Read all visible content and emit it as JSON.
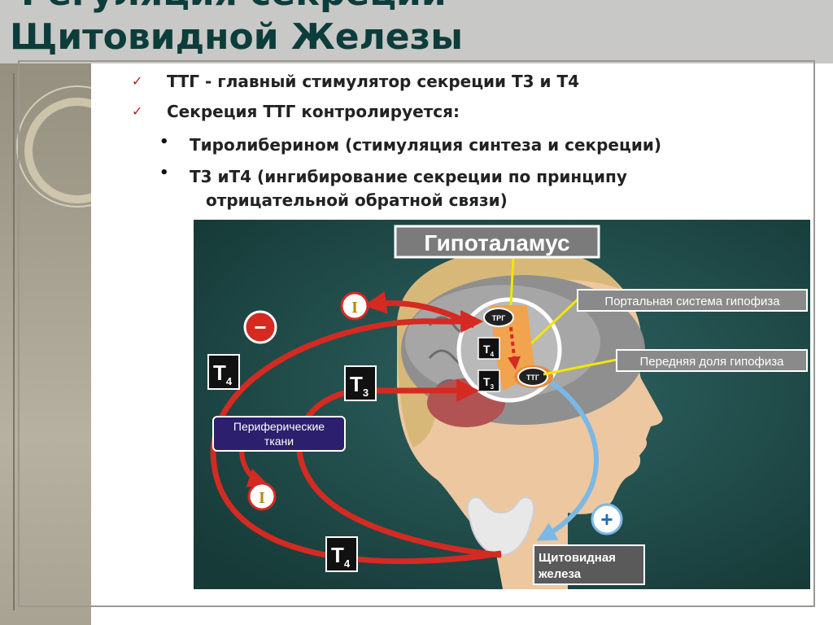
{
  "slide": {
    "title_top": "Регуляция секреции",
    "title_main": "Щитовидной Железы"
  },
  "bullets": {
    "check_1": "ТТГ - главный стимулятор секреции Т3 и Т4",
    "check_2": "Секреция ТТГ контролируется:",
    "sub_1": "Тиролиберином (стимуляция синтеза и секреции)",
    "sub_2_line1": "Т3 иТ4 (ингибирование секреции по принципу",
    "sub_2_line2": "отрицательной обратной связи)"
  },
  "diagram": {
    "hypothalamus": "Гипоталамус",
    "portal_system": "Портальная система гипофиза",
    "anterior_lobe": "Передняя доля гипофиза",
    "trg": "ТРГ",
    "ttg": "ТТГ",
    "t4_inner": "Т",
    "t4_inner_sub": "4",
    "t3_inner": "Т",
    "t3_inner_sub": "3",
    "peripheral_line1": "Периферические",
    "peripheral_line2": "ткани",
    "thyroid_line1": "Щитовидная",
    "thyroid_line2": "железа",
    "inhibit_symbol": "I",
    "minus_symbol": "−",
    "plus_symbol": "+",
    "t4_left": "Т",
    "t4_left_sub": "4",
    "t3_mid": "Т",
    "t3_mid_sub": "3",
    "t4_bottom": "Т",
    "t4_bottom_sub": "4"
  },
  "colors": {
    "title": "#0d3d3b",
    "diagram_bg": "#1f4a47",
    "red_arrow": "#d42a22",
    "blue_arrow": "#7ab8e6",
    "yellow_line": "#f1e600"
  }
}
